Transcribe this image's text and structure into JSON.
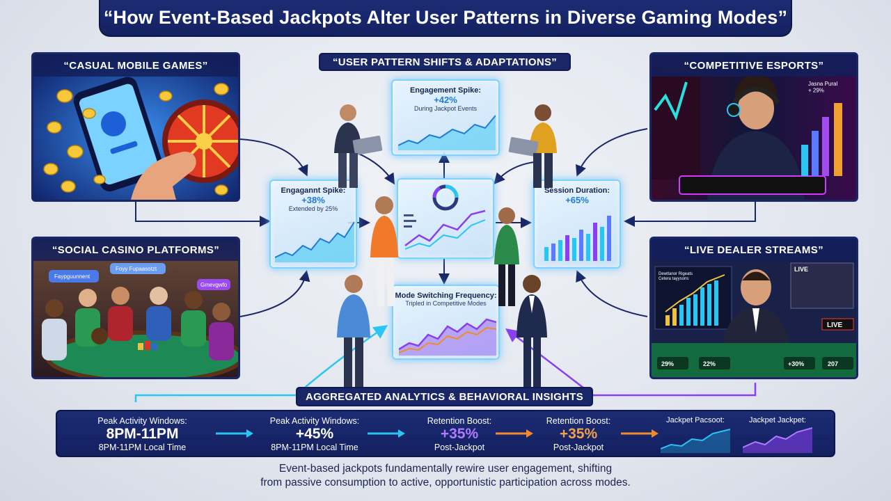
{
  "title": "“How Event-Based Jackpots Alter User Patterns in Diverse Gaming Modes”",
  "panels": {
    "casual": "“CASUAL MOBILE GAMES”",
    "social": "“SOCIAL CASINO PLATFORMS”",
    "esports": "“COMPETITIVE ESPORTS”",
    "esports_overlay": "Jasna Pural\n+ 29%",
    "live": "“LIVE DEALER STREAMS”",
    "live_tag": "LIVE",
    "live_tag2": "LIVE",
    "live_screen_title": "Dewtlanor Rigeats\nCetera tayysons",
    "live_stats": [
      "29%",
      "22%",
      "+30%",
      "207"
    ],
    "social_bubbles": [
      "Faypguunnent",
      "Foyy Fupaasotzt",
      "Gmevgwfo"
    ]
  },
  "center_heading": "“USER PATTERN SHIFTS & ADAPTATIONS”",
  "cards": {
    "top": {
      "title": "Engagement Spike:",
      "value": "+42%",
      "sub": "During Jackpot Events"
    },
    "left": {
      "title": "Engagannt Spike:",
      "value": "+38%",
      "sub": "Extended by 25%"
    },
    "right": {
      "title": "Session Duration:",
      "value": "+65%",
      "sub": ""
    },
    "bottom": {
      "title": "Mode Switching Frequency:",
      "value": "",
      "sub": "Tripled in Competitive Modes"
    }
  },
  "analytics_label": "AGGREGATED ANALYTICS & BEHAVIORAL INSIGHTS",
  "metrics": [
    {
      "label": "Peak Activity Windows:",
      "value": "8PM-11PM",
      "sub": "8PM-11PM Local Time"
    },
    {
      "label": "Peak Activity Windows:",
      "value": "+45%",
      "sub": "8PM-11PM Local Time"
    },
    {
      "label": "Retention Boost:",
      "value": "+35%",
      "sub": "Post-Jackpot"
    },
    {
      "label": "Retention Boost:",
      "value": "+35%",
      "sub": "Post-Jackpot"
    },
    {
      "label": "Jackpet Pacsoot:",
      "value": "",
      "sub": ""
    },
    {
      "label": "Jackpet Jackpet:",
      "value": "",
      "sub": ""
    }
  ],
  "footer": [
    "Event-based jackpots fundamentally rewire user engagement, shifting",
    "from passive consumption to active, opportunistic participation across modes."
  ],
  "colors": {
    "navy": "#1a2766",
    "cyan": "#29c6f4",
    "purple": "#8a3ff0",
    "orange": "#f28a2a"
  }
}
